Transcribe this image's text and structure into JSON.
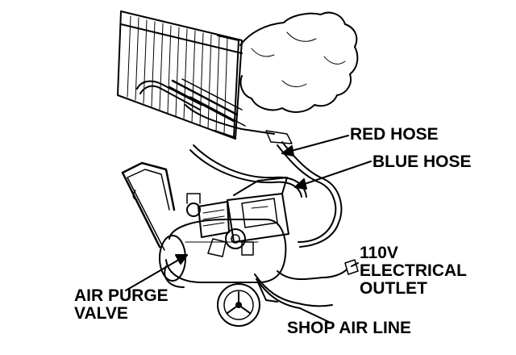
{
  "labels": {
    "red_hose": "RED HOSE",
    "blue_hose": "BLUE HOSE",
    "outlet_line1": "110V",
    "outlet_line2": "ELECTRICAL",
    "outlet_line3": "OUTLET",
    "air_purge_line1": "AIR PURGE",
    "air_purge_line2": "VALVE",
    "shop_air_line": "SHOP AIR LINE"
  },
  "colors": {
    "ink": "#000000",
    "paper": "#ffffff"
  }
}
